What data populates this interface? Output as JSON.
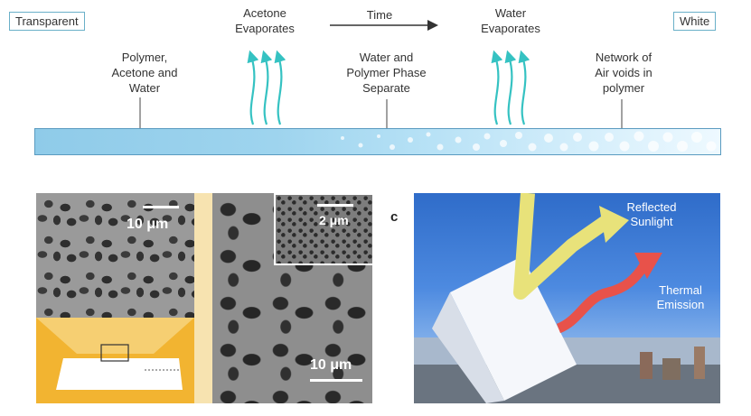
{
  "top": {
    "left_label": "Transparent",
    "right_label": "White",
    "time_label": "Time",
    "acetone_label_line1": "Acetone",
    "acetone_label_line2": "Evaporates",
    "water_label_line1": "Water",
    "water_label_line2": "Evaporates",
    "stage1_line1": "Polymer,",
    "stage1_line2": "Acetone and",
    "stage1_line3": "Water",
    "stage2_line1": "Water and",
    "stage2_line2": "Polymer Phase",
    "stage2_line3": "Separate",
    "stage3_line1": "Network of",
    "stage3_line2": "Air voids in",
    "stage3_line3": "polymer"
  },
  "bottom": {
    "sem_scale_1": "10 μm",
    "sem_scale_2": "10 μm",
    "sem_scale_inset": "2 μm",
    "panel_letter": "c",
    "reflected_line1": "Reflected",
    "reflected_line2": "Sunlight",
    "thermal_line1": "Thermal",
    "thermal_line2": "Emission"
  },
  "colors": {
    "evap_arrow": "#35c2c2",
    "film_border": "#5a9bc0",
    "sun_arrow": "#e8e27a",
    "thermal_arrow": "#e8524a",
    "sample_bg": "#f2b431"
  }
}
